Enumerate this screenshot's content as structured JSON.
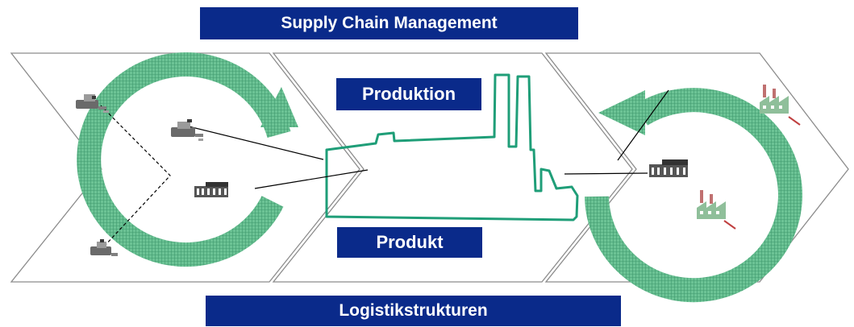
{
  "title": "Supply Chain Management",
  "center": {
    "top_label": "Produktion",
    "bottom_label": "Produkt"
  },
  "bottom": "Logistikstrukturen",
  "colors": {
    "banner": "#0a2a8a",
    "cycle_arrow": "#5fb88c",
    "factory_outline": "#1f9e78",
    "chevron_outline": "#8c8c8c"
  },
  "icons": {
    "left_panel": [
      "machine-icon",
      "machine-icon",
      "warehouse-icon",
      "machine-icon"
    ],
    "right_panel": [
      "factory-icon",
      "warehouse-icon",
      "factory-icon"
    ]
  }
}
